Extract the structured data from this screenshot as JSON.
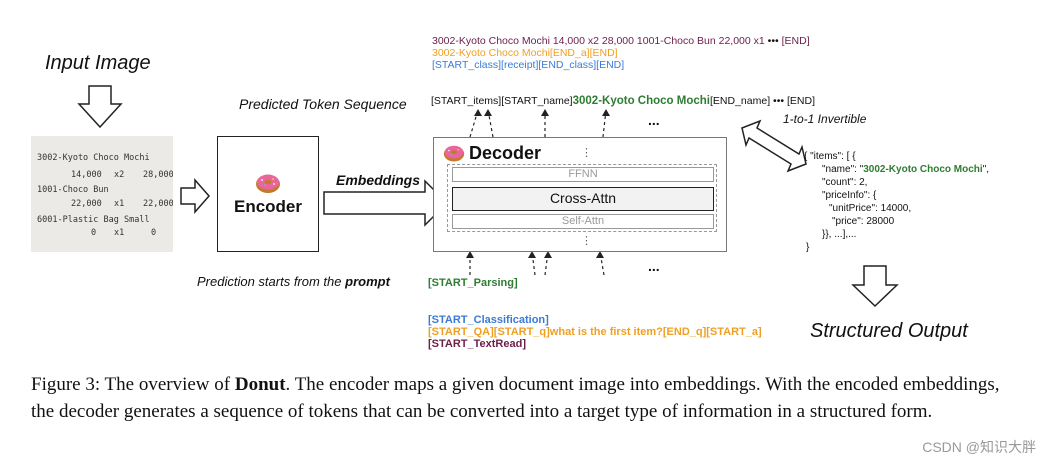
{
  "labels": {
    "input_image": "Input Image",
    "predicted_token_sequence": "Predicted Token Sequence",
    "encoder": "Encoder",
    "embeddings": "Embeddings",
    "decoder": "Decoder",
    "ffnn": "FFNN",
    "cross_attn": "Cross-Attn",
    "self_attn": "Self-Attn",
    "one_to_one": "1-to-1 Invertible",
    "prediction_starts": "Prediction starts from the ",
    "prompt": "prompt",
    "structured_output": "Structured Output",
    "ellipsis": "•••",
    "dots": "...",
    "vdots": "⋮"
  },
  "receipt": {
    "line1": "3002-Kyoto Choco Mochi",
    "line2_a": "14,000",
    "line2_b": "x2",
    "line2_c": "28,000",
    "line3": "1001-Choco Bun",
    "line4_a": "22,000",
    "line4_b": "x1",
    "line4_c": "22,000",
    "line5": "6001-Plastic Bag Small",
    "line6_a": "0",
    "line6_b": "x1",
    "line6_c": "0"
  },
  "tokens_top": {
    "purple_a": "3002-Kyoto Choco Mochi 14,000 x2 28,000 1001-Choco Bun 22,000 x1",
    "purple_b": "[END]",
    "orange": "3002-Kyoto Choco Mochi[END_a][END]",
    "blue": "[START_class][receipt][END_class][END]",
    "seq_a": "[START_items][START_name]",
    "seq_green": "3002-Kyoto Choco Mochi",
    "seq_b": "[END_name]",
    "seq_c": "[END]"
  },
  "prompts": {
    "parsing": "[START_Parsing]",
    "classification": "[START_Classification]",
    "qa": "[START_QA][START_q]what is the first item?[END_q][START_a]",
    "textread": "[START_TextRead]"
  },
  "json_output": {
    "l1": "{ \"items\": [ {",
    "l2_a": "\"name\": \"",
    "l2_green": "3002-Kyoto Choco Mochi",
    "l2_b": "\",",
    "l3": "\"count\": 2,",
    "l4": "\"priceInfo\": {",
    "l5": "\"unitPrice\": 14000,",
    "l6": "\"price\": 28000",
    "l7": "}}, ...],...",
    "l8": "}"
  },
  "caption": {
    "a": "Figure 3: The overview of ",
    "bold": "Donut",
    "b": ". The encoder maps a given document image into embeddings. With the encoded embeddings, the decoder generates a sequence of tokens that can be converted into a target type of information in a structured form."
  },
  "watermark": "CSDN @知识大胖",
  "colors": {
    "green": "#2e7d32",
    "blue": "#3a7bd5",
    "orange": "#f0a020",
    "purple": "#6b1f4a"
  },
  "icons": [
    "donut-icon"
  ]
}
